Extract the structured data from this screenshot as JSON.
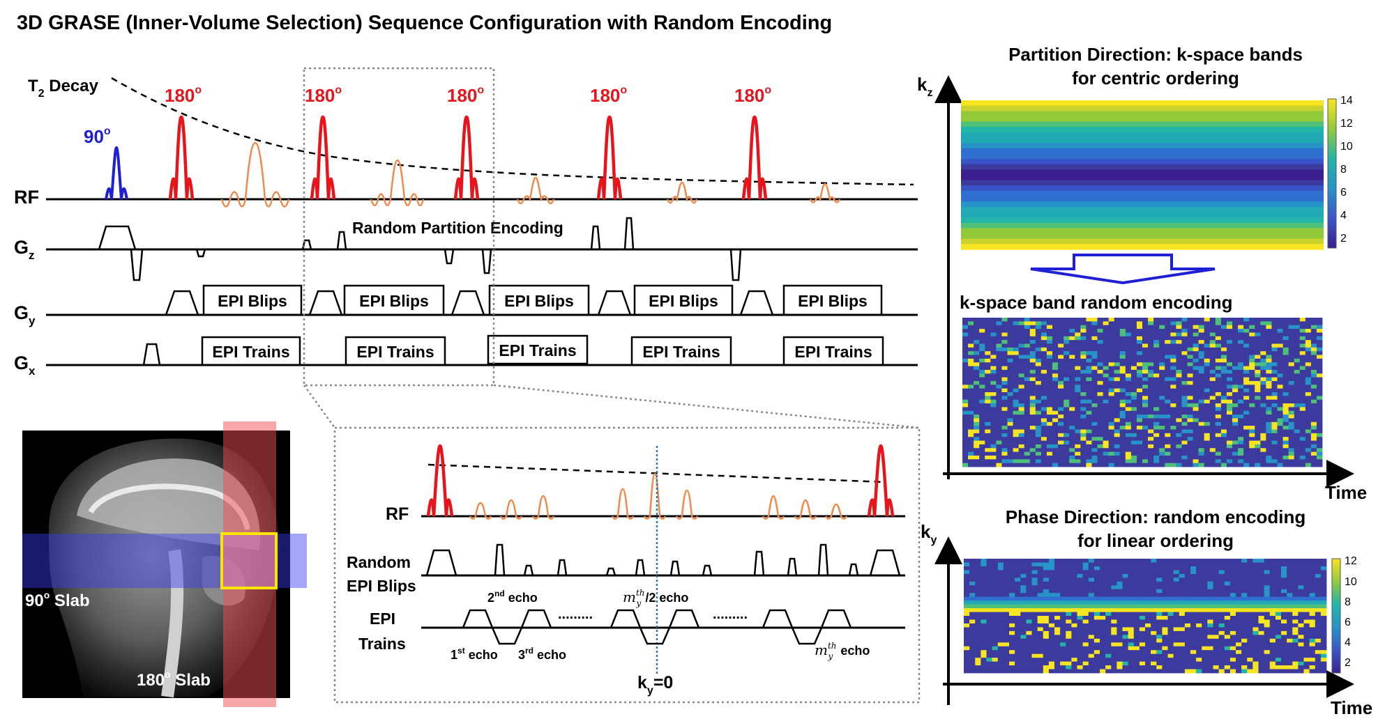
{
  "title": "3D GRASE (Inner-Volume Selection) Sequence Configuration with Random Encoding",
  "sequence": {
    "t2_decay_label": "T",
    "t2_decay_sub": "2",
    "t2_decay_rest": " Decay",
    "pulse_90": "90",
    "pulse_180": "180",
    "deg": "o",
    "rows": {
      "rf": "RF",
      "gz": "G",
      "gz_sub": "z",
      "gy": "G",
      "gy_sub": "y",
      "gx": "G",
      "gx_sub": "x"
    },
    "random_partition_encoding": "Random Partition Encoding",
    "epi_blips": "EPI Blips",
    "epi_trains": "EPI Trains"
  },
  "brain": {
    "slab_90": "90",
    "slab_180": "180",
    "deg": "o",
    "slab_word": " Slab"
  },
  "zoom": {
    "rf": "RF",
    "random_epi_blips_1": "Random",
    "random_epi_blips_2": "EPI Blips",
    "epi_trains_1": "EPI",
    "epi_trains_2": "Trains",
    "echo_2nd_n": "2",
    "echo_2nd_sup": "nd",
    "echo_2nd_w": " echo",
    "echo_1st_n": "1",
    "echo_1st_sup": "st",
    "echo_1st_w": " echo",
    "echo_3rd_n": "3",
    "echo_3rd_sup": "rd",
    "echo_3rd_w": " echo",
    "echo_my_m": "m",
    "echo_my_sup": "th",
    "echo_my_sub": "y",
    "echo_my_half": "/2 echo",
    "echo_my_last_w": " echo",
    "dots": ".........",
    "ky0_k": "k",
    "ky0_sub": "y",
    "ky0_rest": "=0"
  },
  "panel_top": {
    "title_1": "Partition Direction: k-space bands",
    "title_2": "for centric ordering",
    "axis_k": "k",
    "axis_sub": "z",
    "colorbar_ticks": [
      "14",
      "12",
      "10",
      "8",
      "6",
      "4",
      "2"
    ],
    "subtitle": "k-space band random encoding",
    "time_label": "Time"
  },
  "panel_bottom": {
    "title_1": "Phase Direction: random encoding",
    "title_2": "for linear ordering",
    "axis_k": "k",
    "axis_sub": "y",
    "colorbar_ticks": [
      "12",
      "10",
      "8",
      "6",
      "4",
      "2"
    ],
    "time_label": "Time"
  },
  "colors": {
    "red_pulse": "#e8141b",
    "blue_pulse": "#1f1fd6",
    "orange_echo": "#f0894a",
    "ky0_line": "#2e78b7",
    "slab_blue": "#3a3af0",
    "slab_red": "#f05050",
    "yellow_box": "#ffe600"
  }
}
